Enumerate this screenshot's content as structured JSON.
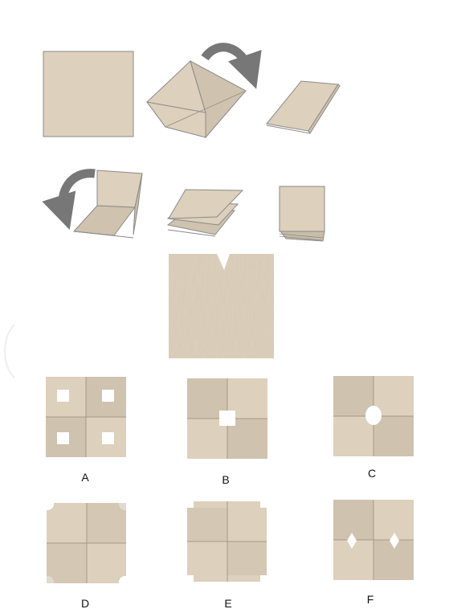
{
  "colors": {
    "paper": "#ddd0bc",
    "paper_shade": "#cfc2ae",
    "paper_dark": "#c9bca8",
    "edge": "#8a8a8a",
    "crease": "#a69a88",
    "arrow": "#777777",
    "hole": "#ffffff"
  },
  "folding_steps": [
    {
      "icon": "flat-square-icon"
    },
    {
      "icon": "half-fold-with-arrow-icon"
    },
    {
      "icon": "folded-rectangle-icon"
    },
    {
      "icon": "second-fold-with-arrow-icon"
    },
    {
      "icon": "layered-fold-icon"
    },
    {
      "icon": "folded-square-icon"
    }
  ],
  "cut_result": {
    "icon": "notched-folded-paper-icon"
  },
  "options": [
    {
      "label": "A",
      "hole_shape": "four-squares"
    },
    {
      "label": "B",
      "hole_shape": "center-square"
    },
    {
      "label": "C",
      "hole_shape": "center-oval"
    },
    {
      "label": "D",
      "hole_shape": "rounded-corner-cuts"
    },
    {
      "label": "E",
      "hole_shape": "square-corner-cuts"
    },
    {
      "label": "F",
      "hole_shape": "two-diamonds"
    }
  ]
}
